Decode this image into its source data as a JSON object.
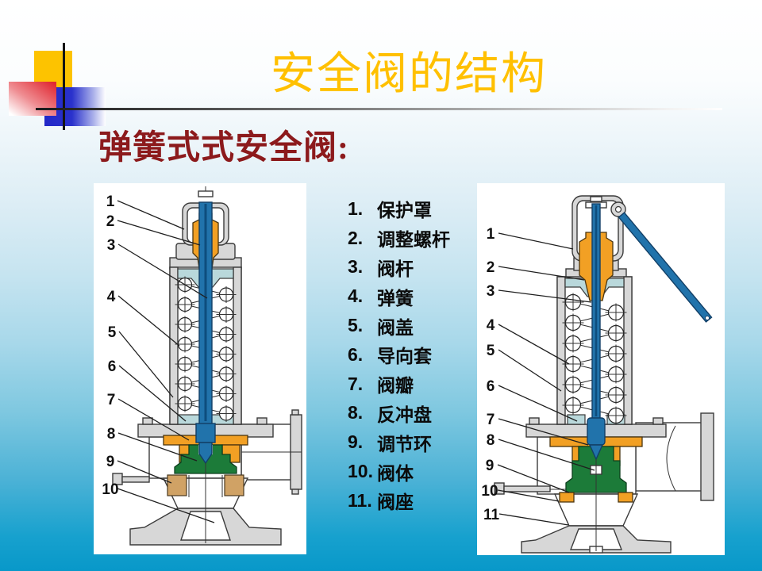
{
  "slide": {
    "title": "安全阀的结构",
    "subtitle": "弹簧式式安全阀:"
  },
  "legend": {
    "items": [
      {
        "num": "1.",
        "label": "保护罩"
      },
      {
        "num": "2.",
        "label": "调整螺杆"
      },
      {
        "num": "3.",
        "label": "阀杆"
      },
      {
        "num": "4.",
        "label": "弹簧"
      },
      {
        "num": "5.",
        "label": "阀盖"
      },
      {
        "num": "6.",
        "label": "导向套"
      },
      {
        "num": "7.",
        "label": "阀瓣"
      },
      {
        "num": "8.",
        "label": "反冲盘"
      },
      {
        "num": "9.",
        "label": "调节环"
      },
      {
        "num": "10.",
        "label": "阀体"
      },
      {
        "num": "11.",
        "label": "阀座"
      }
    ]
  },
  "diagram_left": {
    "description": "spring-loaded safety valve cross-section with closed cap",
    "labels": [
      "1",
      "2",
      "3",
      "4",
      "5",
      "6",
      "7",
      "8",
      "9",
      "10"
    ]
  },
  "diagram_right": {
    "description": "spring-loaded safety valve cross-section with lifting lever",
    "labels": [
      "1",
      "2",
      "3",
      "4",
      "5",
      "6",
      "7",
      "8",
      "9",
      "10",
      "11"
    ]
  },
  "colors": {
    "title_gold": "#FFC000",
    "subtitle_maroon": "#8C1A1C",
    "background_bottom_blue": "#0898C9",
    "stem_blue": "#2173AB",
    "screw_orange": "#F2A024",
    "disc_green": "#1C7B39",
    "ring_tan": "#D0A265",
    "spring_plate_ltblue": "#B9D8DB",
    "metal_gray": "#D7D7D7"
  }
}
